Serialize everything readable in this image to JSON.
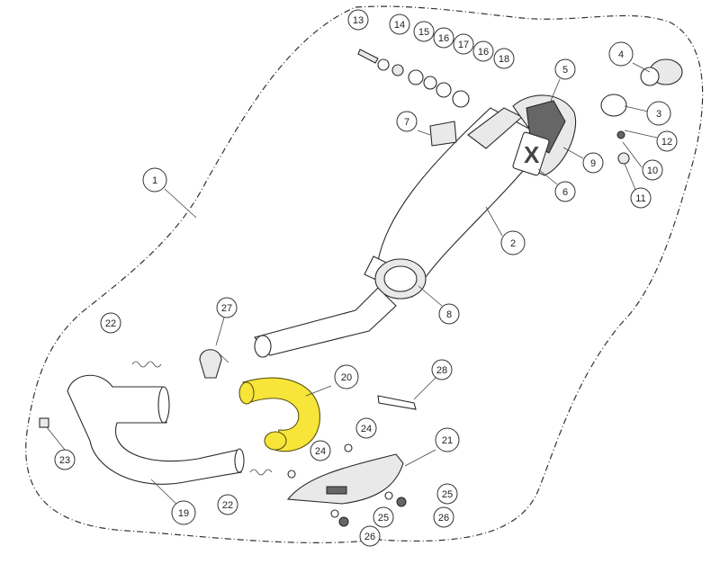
{
  "diagram": {
    "highlight_color": "#f7e53a",
    "outline_color": "#333333",
    "callouts": [
      "1",
      "2",
      "3",
      "4",
      "5",
      "6",
      "7",
      "8",
      "9",
      "10",
      "11",
      "12",
      "13",
      "14",
      "15",
      "16",
      "16",
      "17",
      "18",
      "19",
      "20",
      "21",
      "22",
      "22",
      "23",
      "24",
      "24",
      "25",
      "25",
      "26",
      "26",
      "27",
      "28"
    ],
    "logo_text": "X"
  }
}
